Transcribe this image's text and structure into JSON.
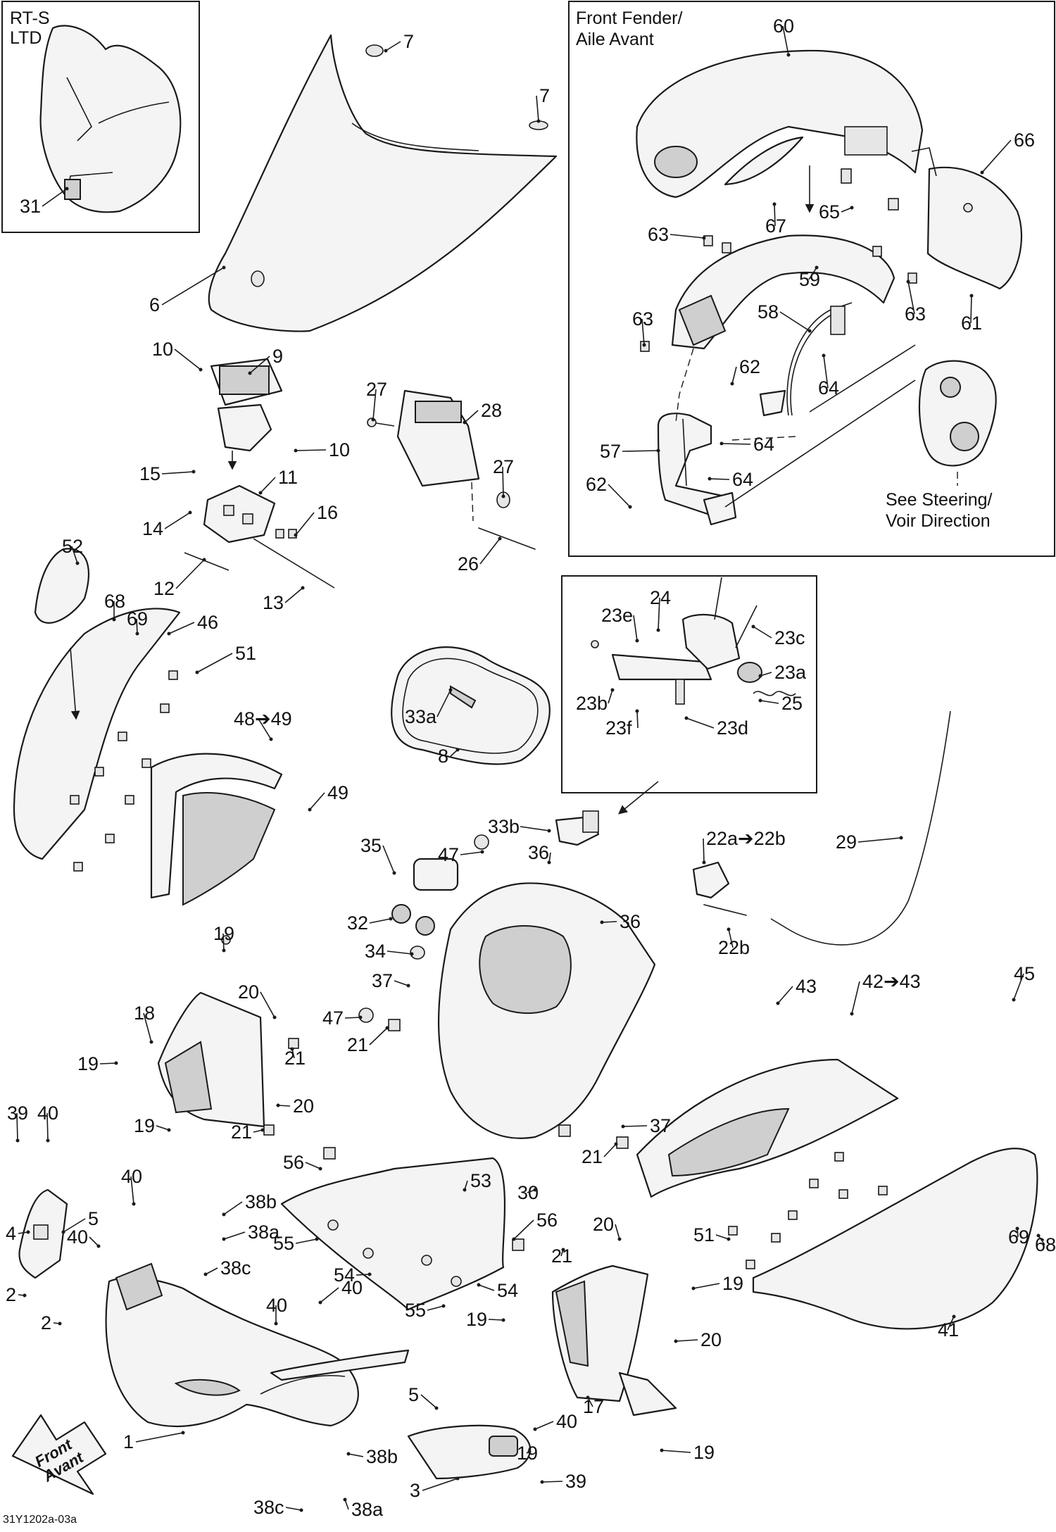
{
  "diagram": {
    "insets": {
      "rts_ltd": "RT-S\nLTD",
      "front_fender": "Front Fender/\nAile Avant",
      "see_steering": "See Steering/\nVoir Direction"
    },
    "direction_arrow": "Front\nAvant",
    "drawing_code": "31Y1202a-03a",
    "callouts": [
      {
        "id": "c31",
        "label": "31"
      },
      {
        "id": "c7a",
        "label": "7"
      },
      {
        "id": "c7b",
        "label": "7"
      },
      {
        "id": "c6",
        "label": "6"
      },
      {
        "id": "c60",
        "label": "60"
      },
      {
        "id": "c66",
        "label": "66"
      },
      {
        "id": "c67",
        "label": "67"
      },
      {
        "id": "c65",
        "label": "65"
      },
      {
        "id": "c63a",
        "label": "63"
      },
      {
        "id": "c59",
        "label": "59"
      },
      {
        "id": "c63b",
        "label": "63"
      },
      {
        "id": "c63c",
        "label": "63"
      },
      {
        "id": "c61",
        "label": "61"
      },
      {
        "id": "c58",
        "label": "58"
      },
      {
        "id": "c62a",
        "label": "62"
      },
      {
        "id": "c64a",
        "label": "64"
      },
      {
        "id": "c64b",
        "label": "64"
      },
      {
        "id": "c64c",
        "label": "64"
      },
      {
        "id": "c57",
        "label": "57"
      },
      {
        "id": "c62b",
        "label": "62"
      },
      {
        "id": "c10a",
        "label": "10"
      },
      {
        "id": "c9",
        "label": "9"
      },
      {
        "id": "c10b",
        "label": "10"
      },
      {
        "id": "c27a",
        "label": "27"
      },
      {
        "id": "c28",
        "label": "28"
      },
      {
        "id": "c27b",
        "label": "27"
      },
      {
        "id": "c15",
        "label": "15"
      },
      {
        "id": "c11",
        "label": "11"
      },
      {
        "id": "c14",
        "label": "14"
      },
      {
        "id": "c16",
        "label": "16"
      },
      {
        "id": "c12",
        "label": "12"
      },
      {
        "id": "c13",
        "label": "13"
      },
      {
        "id": "c26",
        "label": "26"
      },
      {
        "id": "c52",
        "label": "52"
      },
      {
        "id": "c68a",
        "label": "68"
      },
      {
        "id": "c69a",
        "label": "69"
      },
      {
        "id": "c46",
        "label": "46"
      },
      {
        "id": "c51a",
        "label": "51"
      },
      {
        "id": "c48",
        "label": "48➔49"
      },
      {
        "id": "c49",
        "label": "49"
      },
      {
        "id": "c23e",
        "label": "23e"
      },
      {
        "id": "c24",
        "label": "24"
      },
      {
        "id": "c23c",
        "label": "23c"
      },
      {
        "id": "c23a",
        "label": "23a"
      },
      {
        "id": "c23b",
        "label": "23b"
      },
      {
        "id": "c25",
        "label": "25"
      },
      {
        "id": "c23f",
        "label": "23f"
      },
      {
        "id": "c23d",
        "label": "23d"
      },
      {
        "id": "c33a",
        "label": "33a"
      },
      {
        "id": "c8",
        "label": "8"
      },
      {
        "id": "c29",
        "label": "29"
      },
      {
        "id": "c33b",
        "label": "33b"
      },
      {
        "id": "c35",
        "label": "35"
      },
      {
        "id": "c47a",
        "label": "47"
      },
      {
        "id": "c36a",
        "label": "36"
      },
      {
        "id": "c22a",
        "label": "22a➔22b"
      },
      {
        "id": "c22b",
        "label": "22b"
      },
      {
        "id": "c36b",
        "label": "36"
      },
      {
        "id": "c32",
        "label": "32"
      },
      {
        "id": "c34",
        "label": "34"
      },
      {
        "id": "c37a",
        "label": "37"
      },
      {
        "id": "c47b",
        "label": "47"
      },
      {
        "id": "c21a",
        "label": "21"
      },
      {
        "id": "c19a",
        "label": "19"
      },
      {
        "id": "c20a",
        "label": "20"
      },
      {
        "id": "c18",
        "label": "18"
      },
      {
        "id": "c21b",
        "label": "21"
      },
      {
        "id": "c19b",
        "label": "19"
      },
      {
        "id": "c20b",
        "label": "20"
      },
      {
        "id": "c19c",
        "label": "19"
      },
      {
        "id": "c21c",
        "label": "21"
      },
      {
        "id": "c45",
        "label": "45"
      },
      {
        "id": "c43",
        "label": "43"
      },
      {
        "id": "c42",
        "label": "42➔43"
      },
      {
        "id": "c37b",
        "label": "37"
      },
      {
        "id": "c21d",
        "label": "21"
      },
      {
        "id": "c30",
        "label": "30"
      },
      {
        "id": "c39a",
        "label": "39"
      },
      {
        "id": "c40a",
        "label": "40"
      },
      {
        "id": "c56a",
        "label": "56"
      },
      {
        "id": "c53",
        "label": "53"
      },
      {
        "id": "c40b",
        "label": "40"
      },
      {
        "id": "c5a",
        "label": "5"
      },
      {
        "id": "c4",
        "label": "4"
      },
      {
        "id": "c40c",
        "label": "40"
      },
      {
        "id": "c38b",
        "label": "38b"
      },
      {
        "id": "c38a",
        "label": "38a"
      },
      {
        "id": "c38c",
        "label": "38c"
      },
      {
        "id": "c55a",
        "label": "55"
      },
      {
        "id": "c54a",
        "label": "54"
      },
      {
        "id": "c56b",
        "label": "56"
      },
      {
        "id": "c54b",
        "label": "54"
      },
      {
        "id": "c55b",
        "label": "55"
      },
      {
        "id": "c20c",
        "label": "20"
      },
      {
        "id": "c21e",
        "label": "21"
      },
      {
        "id": "c51b",
        "label": "51"
      },
      {
        "id": "c69b",
        "label": "69"
      },
      {
        "id": "c68b",
        "label": "68"
      },
      {
        "id": "c2a",
        "label": "2"
      },
      {
        "id": "c2b",
        "label": "2"
      },
      {
        "id": "c40d",
        "label": "40"
      },
      {
        "id": "c40e",
        "label": "40"
      },
      {
        "id": "c19d",
        "label": "19"
      },
      {
        "id": "c19e",
        "label": "19"
      },
      {
        "id": "c20d",
        "label": "20"
      },
      {
        "id": "c41",
        "label": "41"
      },
      {
        "id": "c1",
        "label": "1"
      },
      {
        "id": "c5b",
        "label": "5"
      },
      {
        "id": "c40f",
        "label": "40"
      },
      {
        "id": "c19f",
        "label": "19"
      },
      {
        "id": "c17",
        "label": "17"
      },
      {
        "id": "c19g",
        "label": "19"
      },
      {
        "id": "c38b2",
        "label": "38b"
      },
      {
        "id": "c39b",
        "label": "39"
      },
      {
        "id": "c3",
        "label": "3"
      },
      {
        "id": "c38c2",
        "label": "38c"
      },
      {
        "id": "c38a2",
        "label": "38a"
      }
    ]
  }
}
